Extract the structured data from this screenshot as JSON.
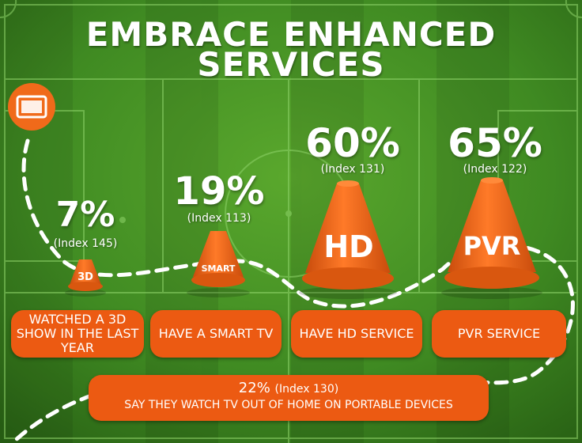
{
  "title": {
    "line1": "EMBRACE ENHANCED",
    "line2": "SERVICES"
  },
  "stats": [
    {
      "percent": "7%",
      "index": "(Index 145)",
      "cone_label": "3D",
      "description": "WATCHED A 3D SHOW IN THE LAST YEAR"
    },
    {
      "percent": "19%",
      "index": "(Index 113)",
      "cone_label": "SMART",
      "description": "HAVE A SMART TV"
    },
    {
      "percent": "60%",
      "index": "(Index 131)",
      "cone_label": "HD",
      "description": "HAVE HD SERVICE"
    },
    {
      "percent": "65%",
      "index": "(Index 122)",
      "cone_label": "PVR",
      "description": "PVR SERVICE"
    }
  ],
  "bottom": {
    "percent": "22%",
    "index": "(Index 130)",
    "description": "SAY THEY WATCH TV OUT OF HOME ON PORTABLE DEVICES"
  },
  "colors": {
    "pitch_green": "#3f8a22",
    "cone_orange": "#f06a1a",
    "box_orange": "#ec5a12"
  },
  "icons": {
    "tv": "tv-icon"
  }
}
